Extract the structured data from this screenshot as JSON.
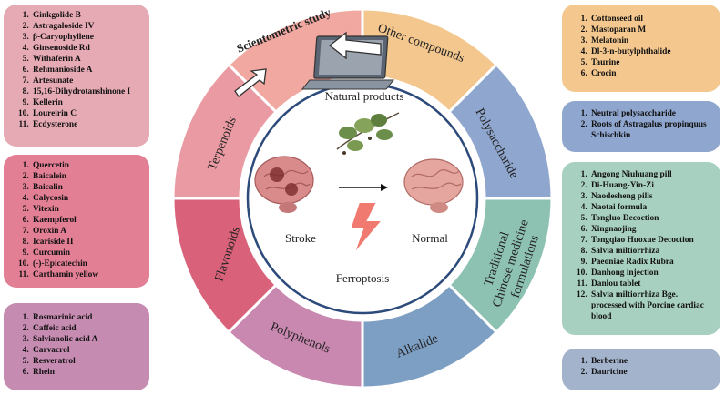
{
  "center": {
    "top_label": "Natural products",
    "left_label": "Stroke",
    "right_label": "Normal",
    "bottom_label": "Ferroptosis",
    "icons": [
      "plant-icon",
      "diseased-brain-icon",
      "healthy-brain-icon",
      "lightning-icon",
      "arrow-right-icon"
    ]
  },
  "segments": [
    {
      "label": "Scientometric study",
      "color": "#f0a8a0",
      "icon": "laptop-icon"
    },
    {
      "label": "Other compounds",
      "color": "#f3c78e"
    },
    {
      "label": "Polysaccharide",
      "color": "#8fa6cf"
    },
    {
      "label": [
        "Traditional",
        "Chinese medicine",
        "formulations"
      ],
      "color": "#8dc2b2"
    },
    {
      "label": "Alkalide",
      "color": "#7d9fc4"
    },
    {
      "label": "Polyphenols",
      "color": "#c988b0"
    },
    {
      "label": "Flavonoids",
      "color": "#d9627a"
    },
    {
      "label": "Terpenoids",
      "color": "#ea9aa3"
    }
  ],
  "lists": {
    "terpenoids": [
      "Ginkgolide B",
      "Astragaloside IV",
      "β-Caryophyllene",
      "Ginsenoside Rd",
      "Withaferin A",
      "Rehmanioside A",
      "Artesunate",
      "15,16-Dihydrotanshinone I",
      "Kellerin",
      "Loureirin C",
      "Ecdysterone"
    ],
    "flavonoids": [
      "Quercetin",
      "Baicalein",
      "Baicalin",
      "Calycosin",
      "Vitexin",
      "Kaempferol",
      "Oroxin A",
      "Icariside II",
      "Curcumin",
      "(-)-Epicatechin",
      "Carthamin yellow"
    ],
    "polyphenols": [
      "Rosmarinic acid",
      "Caffeic acid",
      "Salvianolic acid A",
      "Carvacrol",
      "Resveratrol",
      "Rhein"
    ],
    "other_compounds": [
      "Cottonseed oil",
      "Mastoparan M",
      "Melatonin",
      "Dl-3-n-butylphthalide",
      "Taurine",
      "Crocin"
    ],
    "polysaccharide": [
      "Neutral polysaccharide",
      "Roots of Astragalus propinquus Schischkin"
    ],
    "tcm": [
      "Angong Niuhuang pill",
      "Di-Huang-Yin-Zi",
      "Naodesheng pills",
      "Naotai formula",
      "Tongluo Decoction",
      "Xingnaojing",
      "Tongqiao Huoxue Decoction",
      "Salvia miltiorrhiza",
      "Paeoniae Radix Rubra",
      "Danhong injection",
      "Danlou tablet",
      "Salvia miltiorrhiza Bge. processed with Porcine cardiac blood"
    ],
    "alkalide": [
      "Berberine",
      "Dauricine"
    ]
  },
  "colors": {
    "terpenoids_box": "#e6aab4",
    "flavonoids_box": "#e27f94",
    "polyphenols_box": "#c58bb1",
    "other_box": "#f3c78e",
    "polysaccharide_box": "#8fa6cf",
    "tcm_box": "#a8d0c0",
    "alkalide_box": "#a4b3cc"
  }
}
